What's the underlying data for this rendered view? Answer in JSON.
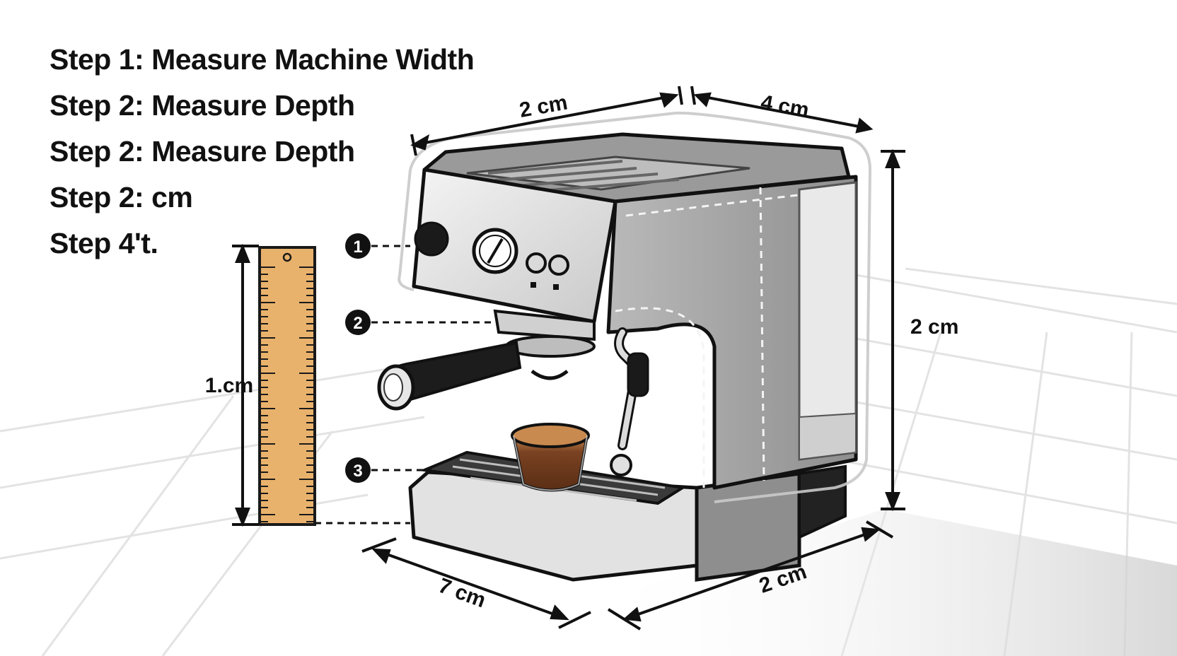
{
  "steps": [
    "Step 1: Measure Machine Width",
    "Step 2: Measure Depth",
    "Step 2: Measure Depth",
    "Step 2: cm",
    "Step 4't."
  ],
  "dimensions": {
    "top_width": "2 cm",
    "top_depth": "4 cm",
    "right_height": "2 cm",
    "ruler_height": "1.cm",
    "bottom_front": "7 cm",
    "bottom_side": "2 cm"
  },
  "callouts": [
    "1",
    "2",
    "3"
  ],
  "icons": {
    "ruler": "ruler-icon",
    "machine": "espresso-machine-icon",
    "cup": "espresso-cup-icon"
  },
  "colors": {
    "ink": "#111111",
    "ruler": "#E9B26C",
    "coffee": "#6B3A1F",
    "steel_light": "#E6E6E6",
    "steel_dark": "#8E8E8E"
  }
}
